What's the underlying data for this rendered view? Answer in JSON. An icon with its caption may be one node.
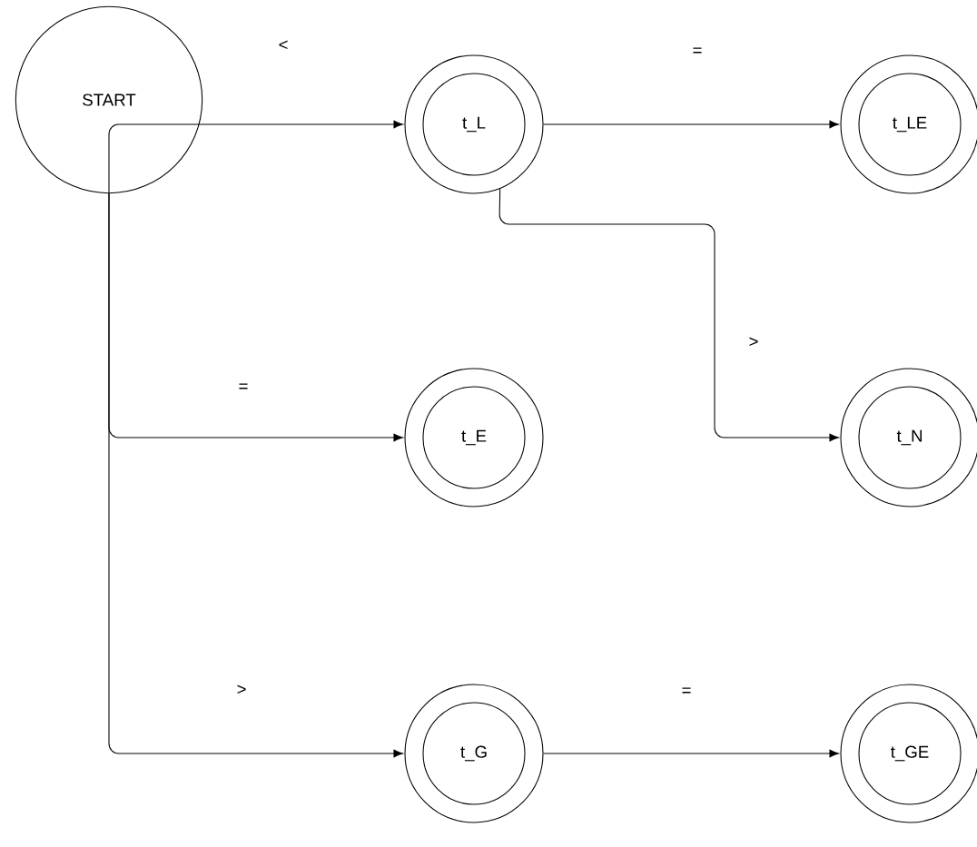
{
  "diagram": {
    "nodes": [
      {
        "text": [
          "START"
        ]
      },
      {
        "text": [],
        "shape": "circle"
      },
      {
        "text": [
          "t_L"
        ],
        "in": 1
      },
      {
        "text": [],
        "shape": "circle"
      },
      {
        "text": [
          "t_LE"
        ],
        "in": 3
      },
      {
        "text": [],
        "shape": "circle"
      },
      {
        "text": [
          "t_E"
        ],
        "in": 5
      },
      {
        "text": [],
        "shape": "circle"
      },
      {
        "text": [
          "t_N"
        ],
        "in": 7
      },
      {
        "text": [],
        "shape": "circle"
      },
      {
        "text": [
          "t_G"
        ],
        "in": 9
      },
      {
        "text": [],
        "shape": "circle"
      },
      {
        "text": [
          "t_GE"
        ],
        "in": 11
      }
    ],
    "edges": [
      {
        "from": 0,
        "to": 1,
        "arrow": "to",
        "label": "<"
      },
      {
        "from": 1,
        "to": 3,
        "arrow": "to",
        "label": "="
      },
      {
        "from": 1,
        "to": 7,
        "arrow": "to",
        "label": ">"
      },
      {
        "from": 0,
        "to": 5,
        "arrow": "to",
        "label": "="
      },
      {
        "from": 0,
        "to": 9,
        "arrow": "to",
        "label": ">"
      },
      {
        "from": 9,
        "to": 11,
        "arrow": "to",
        "label": "="
      }
    ]
  }
}
